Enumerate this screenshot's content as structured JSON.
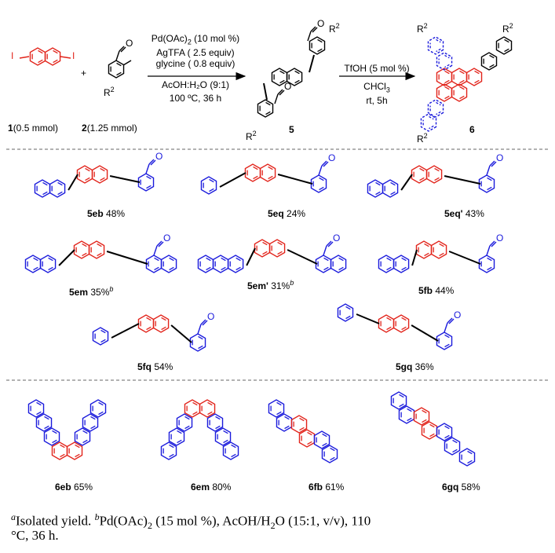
{
  "scheme": {
    "reactant1": {
      "number": "1",
      "amount": "(0.5 mmol)",
      "substituent": "I"
    },
    "reactant2": {
      "number": "2",
      "amount": "(1.25 mmol)",
      "substituent": "R",
      "sup": "2"
    },
    "plus": "+",
    "conditions1": {
      "line1_a": "Pd(OAc)",
      "line1_sub": "2",
      "line1_b": " (10 mol %)",
      "line2": "AgTFA ( 2.5 equiv)",
      "line3": "glycine ( 0.8 equiv)",
      "line4": "AcOH:H₂O (9:1)",
      "line5": "100 ºC, 36 h"
    },
    "intermediate": {
      "number": "5",
      "substituent": "R",
      "sup": "2"
    },
    "conditions2": {
      "line1": "TfOH (5 mol %)",
      "line2_a": "CHCl",
      "line2_sub": "3",
      "line3": "rt, 5h"
    },
    "product": {
      "number": "6",
      "substituent": "R",
      "sup": "2"
    }
  },
  "compounds5": [
    {
      "id": "5eb",
      "text": " 48%",
      "sup": ""
    },
    {
      "id": "5eq",
      "text": " 24%",
      "sup": ""
    },
    {
      "id": "5eq'",
      "text": " 43%",
      "sup": ""
    },
    {
      "id": "5em",
      "text": " 35%",
      "sup": "b"
    },
    {
      "id": "5em'",
      "text": " 31%",
      "sup": "b"
    },
    {
      "id": "5fb",
      "text": " 44%",
      "sup": ""
    },
    {
      "id": "5fq",
      "text": " 54%",
      "sup": ""
    },
    {
      "id": "5gq",
      "text": " 36%",
      "sup": ""
    }
  ],
  "compounds6": [
    {
      "id": "6eb",
      "text": " 65%"
    },
    {
      "id": "6em",
      "text": " 80%"
    },
    {
      "id": "6fb",
      "text": " 61%"
    },
    {
      "id": "6gq",
      "text": " 58%"
    }
  ],
  "footnote": {
    "a_mark": "a",
    "a_text": "Isolated yield. ",
    "b_mark": "b",
    "b_text1": "Pd(OAc)",
    "b_sub": "2",
    "b_text2": " (15 mol %), AcOH/H",
    "b_sub2": "2",
    "b_text3": "O (15:1, v/v), 110",
    "line2": "°C, 36 h."
  },
  "colors": {
    "red": "#e2231a",
    "blue": "#1a1adc",
    "black": "#000000",
    "dash": "#666666"
  }
}
